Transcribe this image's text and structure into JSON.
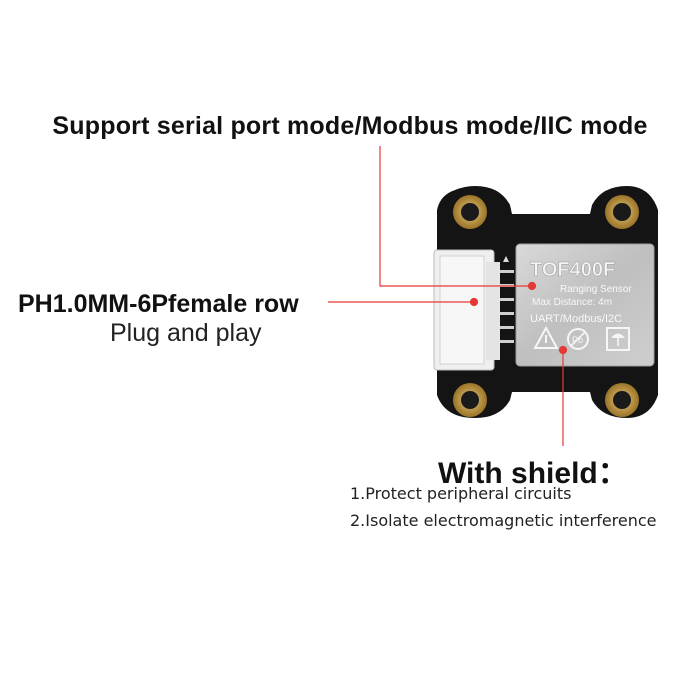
{
  "labels": {
    "modes": "Support serial port mode/Modbus mode/IIC mode",
    "connector_title": "PH1.0MM-6Pfemale row",
    "connector_subtitle": "Plug and play",
    "shield_title": "With shield：",
    "shield_points": [
      "1.Protect peripheral circuits",
      "2.Isolate electromagnetic interference"
    ]
  },
  "module": {
    "model": "TOF400F",
    "type": "Ranging Sensor",
    "max_distance": "Max Distance: 4m",
    "interfaces": "UART/Modbus/I2C",
    "pin_count": 6
  },
  "colors": {
    "callout_line": "#e53935",
    "pcb": "#141414",
    "mounting_hole": "#c9a24a",
    "shield": "#c8c8c8"
  }
}
